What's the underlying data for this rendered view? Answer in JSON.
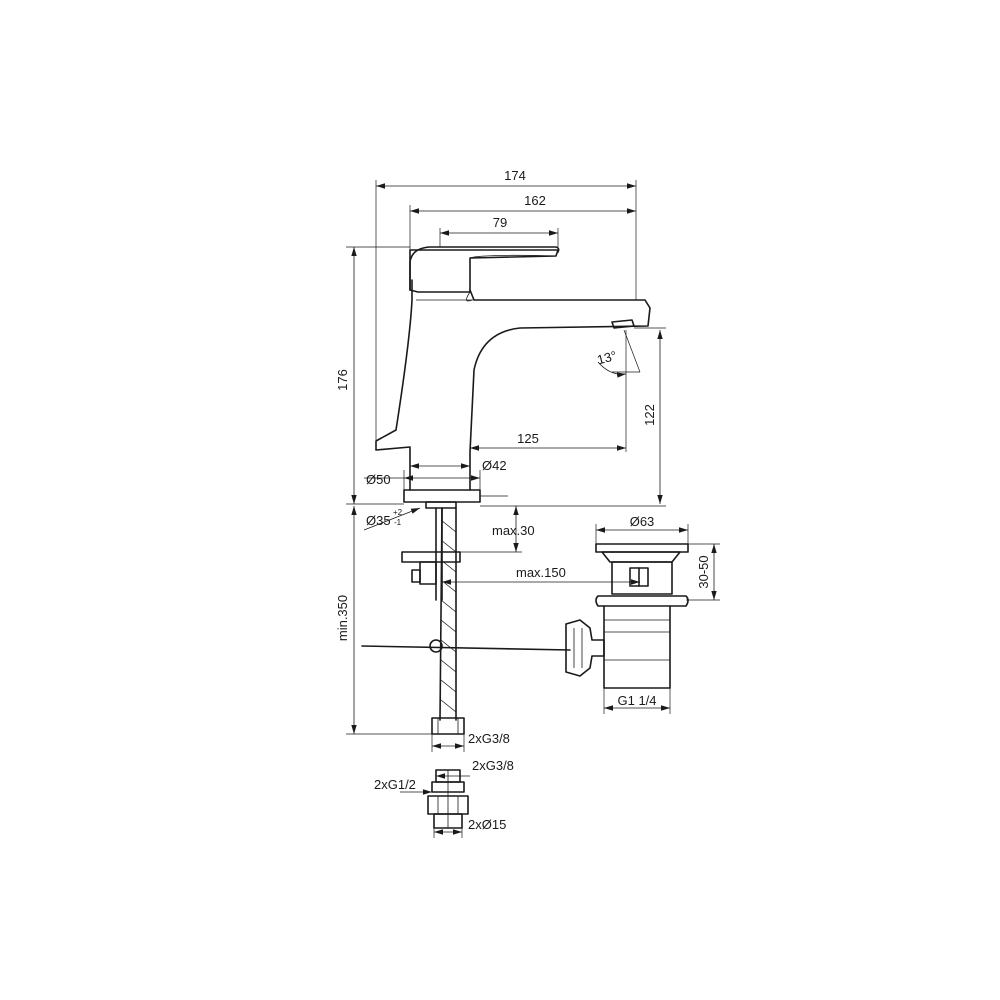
{
  "dimensions": {
    "width_overall": "174",
    "width_spout": "162",
    "handle_length": "79",
    "height_total": "176",
    "spout_height": "122",
    "spout_reach": "125",
    "angle": "13°",
    "base_diameter": "Ø50",
    "body_diameter": "Ø42",
    "hole_diameter": "Ø35",
    "hole_tolerance_plus": "+2",
    "hole_tolerance_minus": "-1",
    "max_thickness": "max.30",
    "max_rod": "max.150",
    "min_hose": "min.350",
    "hose_thread": "2xG3/8",
    "waste_diameter": "Ø63",
    "waste_range": "30-50",
    "waste_thread": "G1 1/4",
    "adapter_thread_top": "2xG3/8",
    "adapter_thread_bottom": "2xG1/2",
    "pipe_diameter": "2xØ15"
  }
}
